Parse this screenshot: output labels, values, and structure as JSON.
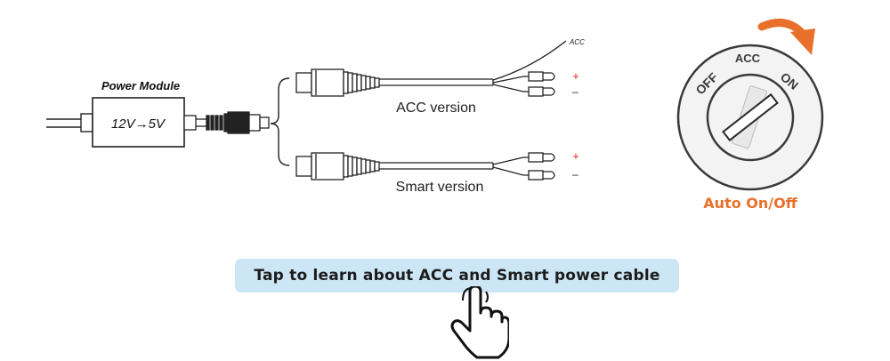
{
  "diagram": {
    "power_module_label": "Power Module",
    "module_text": "12V→5V",
    "acc_version_label": "ACC version",
    "smart_version_label": "Smart version",
    "acc_wire_label": "ACC",
    "plus_sign": "+",
    "minus_sign": "–"
  },
  "ignition": {
    "off_label": "OFF",
    "acc_label": "ACC",
    "on_label": "ON",
    "caption": "Auto On/Off",
    "arrow_color": "#e8702a"
  },
  "cta": {
    "label": "Tap to learn about ACC and Smart power cable",
    "background": "#cce6f6",
    "icon": "pointing-hand-icon"
  }
}
